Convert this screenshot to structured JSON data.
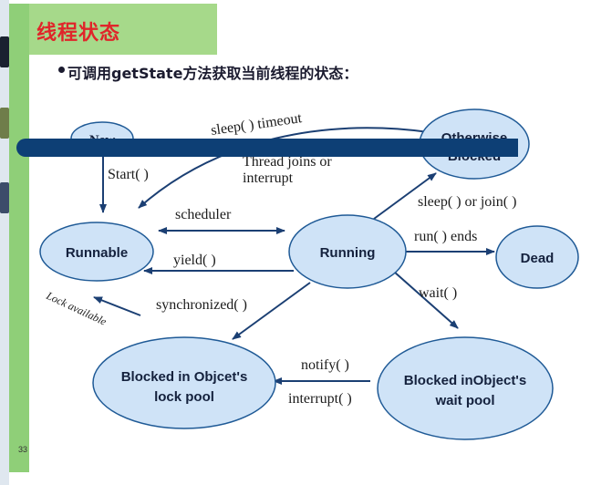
{
  "slide": {
    "title": "线程状态",
    "subtitle": "可调用getState方法获取当前线程的状态：",
    "page_number": "33"
  },
  "nodes": {
    "new": "New",
    "runnable": "Runnable",
    "running": "Running",
    "dead": "Dead",
    "otherwise_line1": "Otherwise",
    "otherwise_line2": "Blocked",
    "lockpool_line1": "Blocked in Objcet's",
    "lockpool_line2": "lock pool",
    "waitpool_line1": "Blocked inObject's",
    "waitpool_line2": "wait  pool"
  },
  "edges": {
    "start": "Start( )",
    "sleep_timeout": "sleep( ) timeout",
    "thread_joins": "Thread joins or",
    "interrupt_a": "interrupt",
    "scheduler": "scheduler",
    "yield": "yield( )",
    "sleep_or_join": "sleep( ) or join( )",
    "run_ends": "run( ) ends",
    "synchronized": "synchronized( )",
    "wait": "wait( )",
    "notify": "notify( )",
    "interrupt_b": "interrupt( )",
    "lock_available": "Lock available"
  },
  "colors": {
    "title": "#e0252a",
    "node_fill": "#cfe3f7",
    "node_stroke": "#1f5a96",
    "arrow": "#1b3f73",
    "divider": "#0d3f75",
    "green": "#8fcf78"
  }
}
